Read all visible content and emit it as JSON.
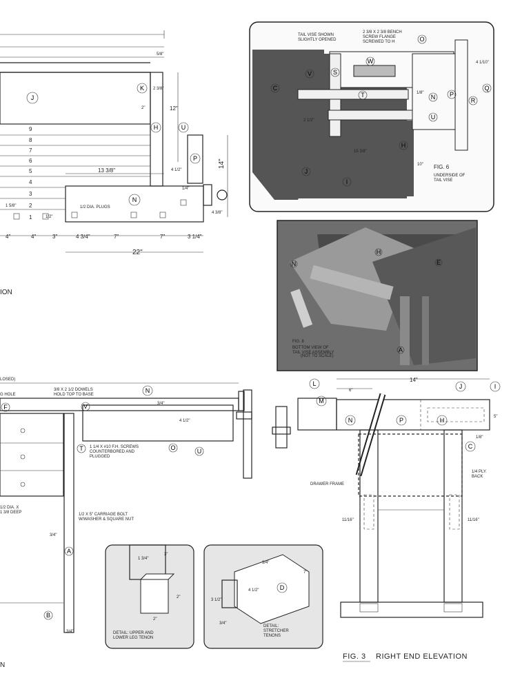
{
  "left_elevation": {
    "label_J": "J",
    "label_K": "K",
    "label_H": "H",
    "label_U": "U",
    "label_P": "P",
    "label_N": "N",
    "dim_5_8": "5/8\"",
    "dim_2_3_8": "2 3/8\"",
    "dim_2": "2\"",
    "dim_12": "12\"",
    "dim_14": "14\"",
    "dim_13_3_8": "13 3/8\"",
    "dim_4_half": "4 1/2\"",
    "dim_1_4": "1/4\"",
    "dim_4_3_8": "4 3/8\"",
    "dim_1_5_8": "1 5/8\"",
    "dim_1_half": "1/2\"",
    "plugs_note": "1/2 DIA. PLUGS",
    "drawer_numbers": [
      "9",
      "8",
      "7",
      "6",
      "5",
      "4",
      "3",
      "2",
      "1"
    ],
    "bottom_dims": [
      "4\"",
      "4\"",
      "3\"",
      "4 3/4\"",
      "7\"",
      "7\"",
      "3 1/4\""
    ],
    "overall": "22\"",
    "section_suffix": "ION"
  },
  "fig6": {
    "note_left": "TAIL VISE SHOWN\nSLIGHTLY OPENED",
    "note_right": "2 3/8 X 2 3/8 BENCH\nSCREW FLANGE\nSCREWED TO H",
    "dim_4_10": "4 1/10\"",
    "dim_2_half": "2 1/2\"",
    "dim_15_3_8": "15 3/8\"",
    "dim_10": "10\"",
    "dim_1_8": "1/8\"",
    "labels": [
      "O",
      "S",
      "W",
      "V",
      "C",
      "T",
      "N",
      "P",
      "Q",
      "R",
      "U",
      "H",
      "J",
      "I"
    ],
    "title": "FIG. 6",
    "subtitle": "UNDERSIDE OF\nTAIL VISE"
  },
  "fig8": {
    "title": "FIG. 8",
    "subtitle": "BOTTOM VIEW OF\nTAIL VISE ASSEMBLY",
    "note": "(NOT TO SCALE)",
    "labels": [
      "N",
      "H",
      "E",
      "A"
    ]
  },
  "front_section": {
    "header_partial": "LOSED)",
    "hole_partial": "G HOLE",
    "dowels_note": "3/8 X 2 1/2 DOWELS\nHOLD TOP TO BASE",
    "screws_note": "1 1/4 X #10 F.H. SCREWS\nCOUNTERBORED AND\nPLUGGED",
    "carriage_note": "1/2 X 5\" CARRIAGE BOLT\nW/WASHER & SQUARE NUT",
    "dia_note": "1/2 DIA. X\n1 3/8 DEEP",
    "dim_3_4a": "3/4\"",
    "dim_3_4b": "3/4\"",
    "dim_3_4c": "3/4\"",
    "dim_4_half": "4 1/2\"",
    "labels": [
      "F",
      "N",
      "V",
      "T",
      "O",
      "U",
      "A",
      "B"
    ],
    "section_suffix": "N"
  },
  "detail_leg": {
    "title": "DETAIL: UPPER AND\nLOWER LEG TENON",
    "dims": [
      "1 3/4\"",
      "3\"",
      "2\"",
      "2\""
    ]
  },
  "detail_stretcher": {
    "title": "DETAIL:\nSTRETCHER\nTENONS",
    "dims": [
      "3/4\"",
      "3 1/2\"",
      "4 1/2\"",
      "7\"",
      "3/4\""
    ],
    "label": "D"
  },
  "fig3": {
    "dim_14": "14\"",
    "dim_6": "6\"",
    "dim_5": "5\"",
    "dim_1_8": "1/8\"",
    "dim_11_16a": "11/16\"",
    "dim_11_16b": "11/16\"",
    "labels": [
      "L",
      "M",
      "N",
      "P",
      "H",
      "J",
      "I",
      "C"
    ],
    "ply_note": "1/4 PLY.\nBACK",
    "frame_note": "DRAWER FRAME",
    "title": "FIG. 3",
    "subtitle": "RIGHT END ELEVATION"
  },
  "colors": {
    "ink": "#222222",
    "photo_bg": "#6e6e6e",
    "panel_bg": "#e6e6e6",
    "wood_dark": "#4a4a4a"
  }
}
